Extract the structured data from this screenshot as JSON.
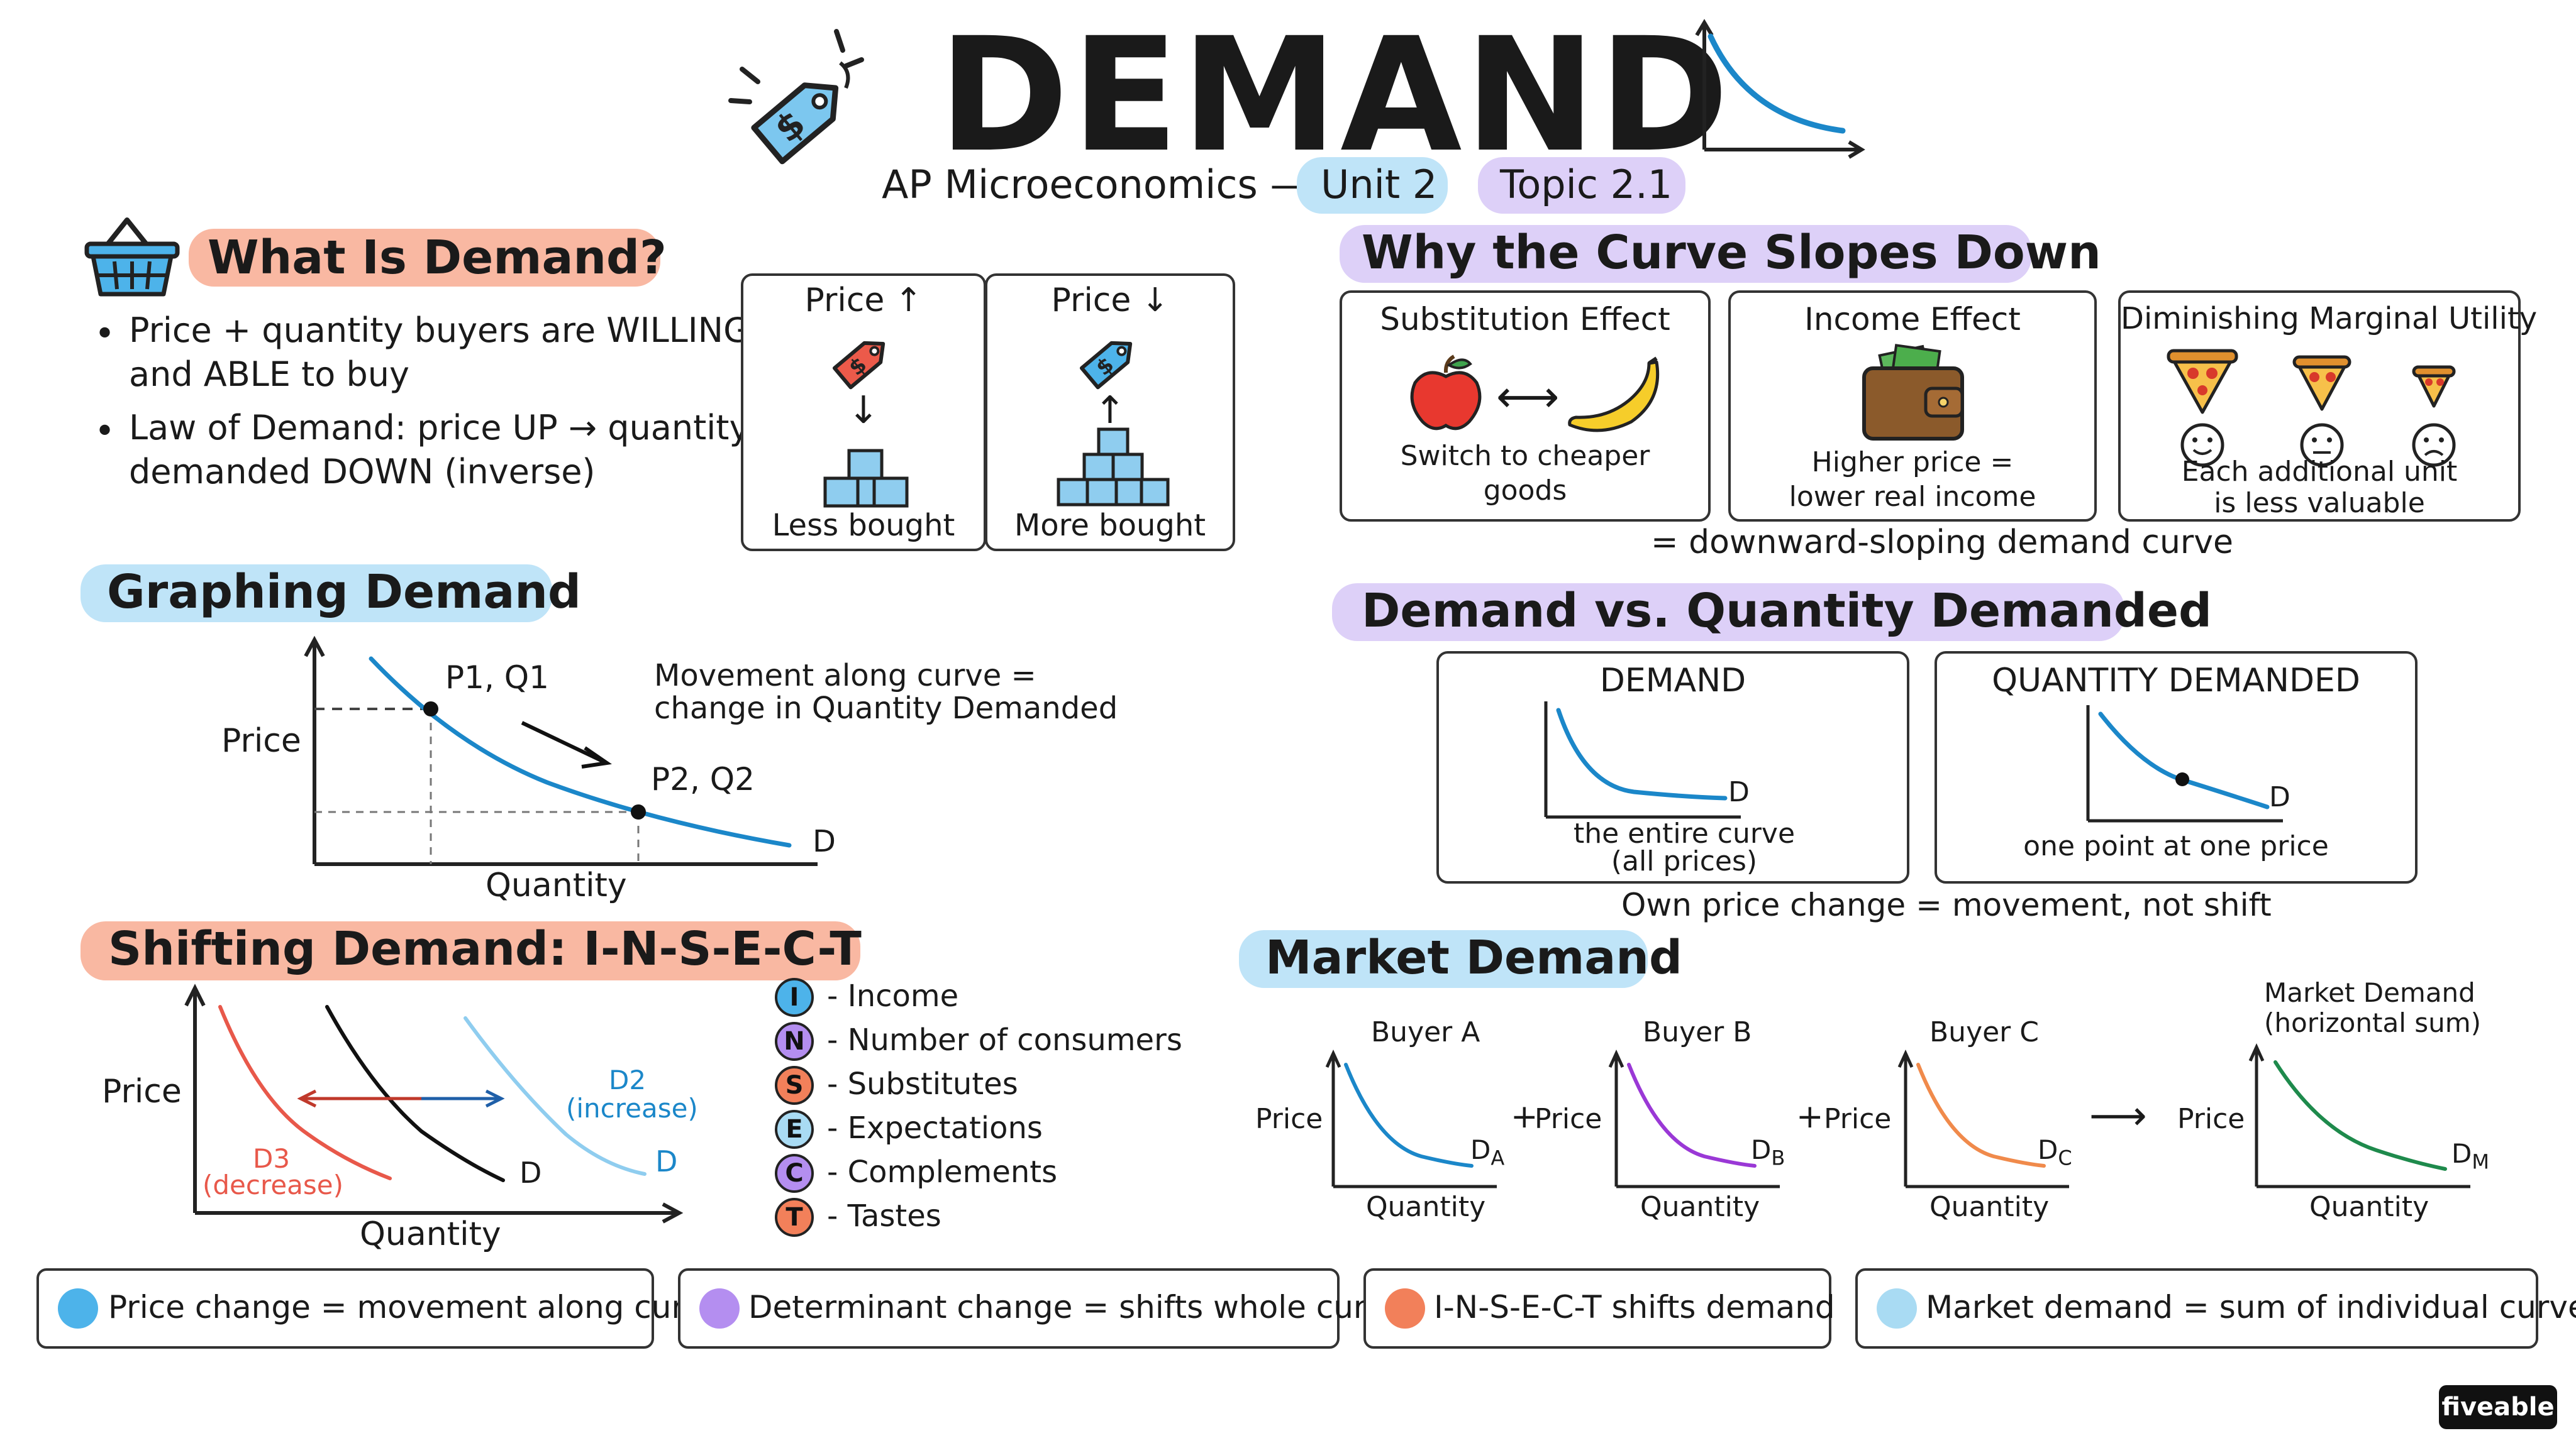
{
  "header": {
    "title": "DEMAND",
    "subtitle_prefix": "AP Microeconomics —",
    "unit_badge": "Unit 2",
    "topic_badge": "Topic 2.1",
    "price_tag_symbol": "$"
  },
  "what_is_demand": {
    "heading": "What Is Demand?",
    "bullets": [
      [
        "Price + quantity buyers are WILLING",
        "and ABLE to buy"
      ],
      [
        "Law of Demand: price UP → quantity",
        "demanded DOWN (inverse)"
      ]
    ],
    "price_up": {
      "label": "Price ↑",
      "caption": "Less bought",
      "arrow": "↓"
    },
    "price_down": {
      "label": "Price ↓",
      "caption": "More bought",
      "arrow": "↑"
    }
  },
  "why_slopes_down": {
    "heading": "Why the Curve Slopes Down",
    "cards": [
      {
        "title": "Substitution Effect",
        "caption_lines": [
          "Switch to cheaper",
          "goods"
        ],
        "swap_arrow": "⟷"
      },
      {
        "title": "Income Effect",
        "caption_lines": [
          "Higher price =",
          "lower real income"
        ]
      },
      {
        "title": "Diminishing Marginal Utility",
        "caption_lines": [
          "Each additional unit",
          "is less valuable"
        ]
      }
    ],
    "footer": "= downward-sloping demand curve"
  },
  "graphing_demand": {
    "heading": "Graphing Demand",
    "y_label": "Price",
    "x_label": "Quantity",
    "point1": "P1, Q1",
    "point2": "P2, Q2",
    "curve_label": "D",
    "note_lines": [
      "Movement along curve =",
      "change in Quantity Demanded"
    ]
  },
  "demand_vs_qd": {
    "heading": "Demand vs. Quantity Demanded",
    "demand_title": "DEMAND",
    "demand_curve_label": "D",
    "demand_caption_lines": [
      "the entire curve",
      "(all prices)"
    ],
    "qd_title": "QUANTITY DEMANDED",
    "qd_curve_label": "D",
    "qd_caption": "one point at one price",
    "footer": "Own price change = movement, not shift"
  },
  "shifting_demand": {
    "heading": "Shifting Demand: I-N-S-E-C-T",
    "y_label": "Price",
    "x_label": "Quantity",
    "d3_lines": [
      "D3",
      "(decrease)"
    ],
    "d_label": "D",
    "d2_lines": [
      "D2",
      "(increase)"
    ],
    "d2_curve_label": "D",
    "items": [
      {
        "letter": "I",
        "text": "- Income",
        "color": "#4db3ea"
      },
      {
        "letter": "N",
        "text": "- Number of consumers",
        "color": "#b48ef0"
      },
      {
        "letter": "S",
        "text": "- Substitutes",
        "color": "#f2805a"
      },
      {
        "letter": "E",
        "text": "- Expectations",
        "color": "#a9dbf3"
      },
      {
        "letter": "C",
        "text": "- Complements",
        "color": "#b48ef0"
      },
      {
        "letter": "T",
        "text": "- Tastes",
        "color": "#f2805a"
      }
    ]
  },
  "market_demand": {
    "heading": "Market Demand",
    "graphs": [
      {
        "title": "Buyer A",
        "y_label": "Price",
        "x_label": "Quantity",
        "curve": "D",
        "sub": "A",
        "color": "#1b87c9"
      },
      {
        "title": "Buyer B",
        "y_label": "Price",
        "x_label": "Quantity",
        "curve": "D",
        "sub": "B",
        "color": "#9a38d6"
      },
      {
        "title": "Buyer C",
        "y_label": "Price",
        "x_label": "Quantity",
        "curve": "D",
        "sub": "C",
        "color": "#f08a4b"
      },
      {
        "title_lines": [
          "Market Demand",
          "(horizontal sum)"
        ],
        "y_label": "Price",
        "x_label": "Quantity",
        "curve": "D",
        "sub": "M",
        "color": "#1e8a4c"
      }
    ],
    "plus_1": "+",
    "plus_2": "+",
    "arrow": "⟶"
  },
  "legend": [
    {
      "text": "Price change = movement along curve",
      "color": "#4db3ea"
    },
    {
      "text": "Determinant change = shifts whole curve",
      "color": "#b48ef0"
    },
    {
      "text": "I-N-S-E-C-T shifts demand",
      "color": "#f2805a"
    },
    {
      "text": "Market demand = sum of individual curves",
      "color": "#a9dbf3"
    }
  ],
  "brand": "fiveable",
  "colors": {
    "blue": "#1b87c9",
    "light_blue_highlight": "#bfe4f8",
    "purple_highlight": "#ddd0f8",
    "orange_highlight": "#f9b8a2",
    "demand_curve": "#1b87c9",
    "decrease_curve": "#e8584a",
    "increase_curve": "#8fcdef"
  }
}
